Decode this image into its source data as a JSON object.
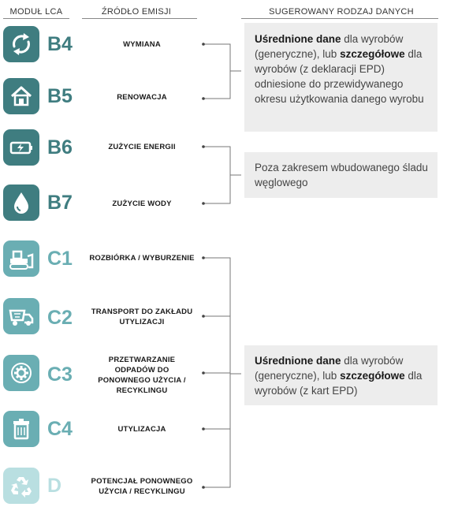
{
  "headers": {
    "module": "MODUŁ LCA",
    "source": "ŹRÓDŁO EMISJI",
    "data_type": "SUGEROWANY RODZAJ DANYCH"
  },
  "rows": [
    {
      "code": "B4",
      "source": "WYMIANA",
      "icon": "recycle-arrows-icon",
      "color": "#3f7d80"
    },
    {
      "code": "B5",
      "source": "RENOWACJA",
      "icon": "house-repair-icon",
      "color": "#3f7d80"
    },
    {
      "code": "B6",
      "source": "ZUŻYCIE ENERGII",
      "icon": "battery-charging-icon",
      "color": "#3f7d80"
    },
    {
      "code": "B7",
      "source": "ZUŻYCIE WODY",
      "icon": "water-drop-icon",
      "color": "#3f7d80"
    },
    {
      "code": "C1",
      "source": "ROZBIÓRKA / WYBURZENIE",
      "icon": "bulldozer-icon",
      "color": "#6aaeb3"
    },
    {
      "code": "C2",
      "source": "TRANSPORT DO ZAKŁADU UTYLIZACJI",
      "icon": "dump-truck-icon",
      "color": "#6aaeb3"
    },
    {
      "code": "C3",
      "source": "PRZETWARZANIE ODPADÓW DO PONOWNEGO UŻYCIA / RECYKLINGU",
      "icon": "gear-cycle-icon",
      "color": "#6aaeb3"
    },
    {
      "code": "C4",
      "source": "UTYLIZACJA",
      "icon": "trash-bin-icon",
      "color": "#6aaeb3"
    },
    {
      "code": "D",
      "source": "POTENCJAŁ PONOWNEGO UŻYCIA / RECYKLINGU",
      "icon": "recycle-symbol-icon",
      "color": "#b9dfe1"
    }
  ],
  "boxes": [
    {
      "b1": "Uśrednione dane",
      "t1": " dla wyrobów (generyczne), lub ",
      "b2": "szczegółowe",
      "t2": " dla wyrobów (z deklaracji EPD) odniesione do przewidywanego okresu użytkowania danego wyrobu"
    },
    {
      "t1": "Poza zakresem wbudowanego śladu węglowego"
    },
    {
      "b1": "Uśrednione dane",
      "t1": " dla wyrobów (generyczne), lub ",
      "b2": "szczegółowe",
      "t2": " dla wyrobów (z kart EPD)"
    }
  ]
}
